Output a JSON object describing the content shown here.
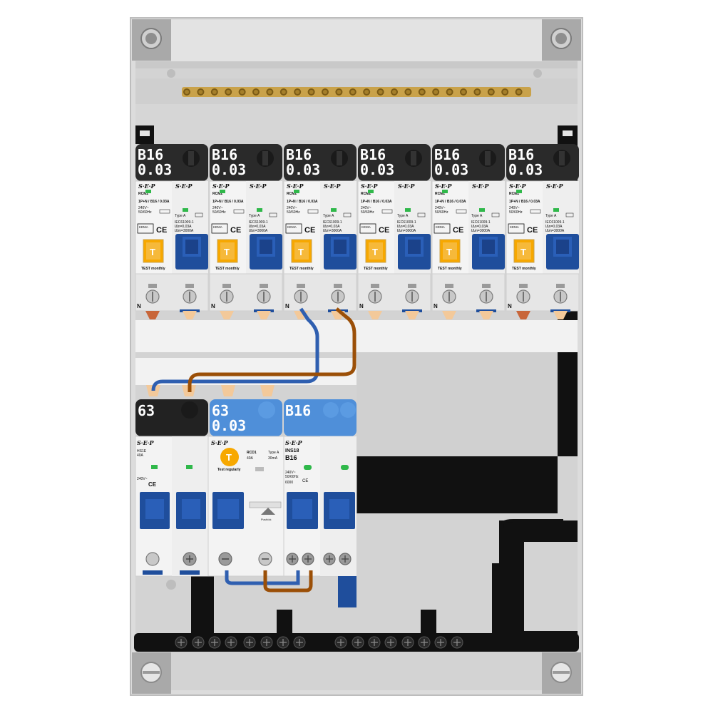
{
  "rcbo_modules": [
    {
      "rating": "B16",
      "sensitivity": "0.03",
      "brand": "S·E·P",
      "model": "RCM2",
      "spec": "1P+N / B16 / 0.03A",
      "voltage": "240V~",
      "freq": "50/60Hz",
      "type": "Type A",
      "standard": "IEC61009-1",
      "idn": "IΔn=0,03A",
      "inc": "IΔm=3000A",
      "test": "TEST monthly",
      "neutral": "N",
      "test_button": "T",
      "ce": "CE",
      "kema": "KEMA KEUR"
    },
    {
      "rating": "B16",
      "sensitivity": "0.03",
      "brand": "S·E·P",
      "model": "RCM2",
      "spec": "1P+N / B16 / 0.03A",
      "voltage": "240V~",
      "freq": "50/60Hz",
      "type": "Type A",
      "standard": "IEC61009-1",
      "idn": "IΔn=0,03A",
      "inc": "IΔm=3000A",
      "test": "TEST monthly",
      "neutral": "N",
      "test_button": "T",
      "ce": "CE",
      "kema": "KEMA KEUR"
    },
    {
      "rating": "B16",
      "sensitivity": "0.03",
      "brand": "S·E·P",
      "model": "RCM2",
      "spec": "1P+N / B16 / 0.03A",
      "voltage": "240V~",
      "freq": "50/60Hz",
      "type": "Type A",
      "standard": "IEC61009-1",
      "idn": "IΔn=0,03A",
      "inc": "IΔm=3000A",
      "test": "TEST monthly",
      "neutral": "N",
      "test_button": "T",
      "ce": "CE",
      "kema": "KEMA KEUR"
    },
    {
      "rating": "B16",
      "sensitivity": "0.03",
      "brand": "S·E·P",
      "model": "RCM2",
      "spec": "1P+N / B16 / 0.03A",
      "voltage": "240V~",
      "freq": "50/60Hz",
      "type": "Type A",
      "standard": "IEC61009-1",
      "idn": "IΔn=0,03A",
      "inc": "IΔm=3000A",
      "test": "TEST monthly",
      "neutral": "N",
      "test_button": "T",
      "ce": "CE",
      "kema": "KEMA KEUR"
    },
    {
      "rating": "B16",
      "sensitivity": "0.03",
      "brand": "S·E·P",
      "model": "RCM2",
      "spec": "1P+N / B16 / 0.03A",
      "voltage": "240V~",
      "freq": "50/60Hz",
      "type": "Type A",
      "standard": "IEC61009-1",
      "idn": "IΔn=0,03A",
      "inc": "IΔm=3000A",
      "test": "TEST monthly",
      "neutral": "N",
      "test_button": "T",
      "ce": "CE",
      "kema": "KEMA KEUR"
    },
    {
      "rating": "B16",
      "sensitivity": "0.03",
      "brand": "S·E·P",
      "model": "RCM2",
      "spec": "1P+N / B16 / 0.03A",
      "voltage": "240V~",
      "freq": "50/60Hz",
      "type": "Type A",
      "standard": "IEC61009-1",
      "idn": "IΔn=0,03A",
      "inc": "IΔm=3000A",
      "test": "TEST monthly",
      "neutral": "N",
      "test_button": "T",
      "ce": "CE",
      "kema": "KEMA KEUR"
    }
  ],
  "main_switch": {
    "rating": "63",
    "brand": "S·E·P",
    "model": "HS1E",
    "current": "40A",
    "voltage": "240V~",
    "ce": "CE"
  },
  "rcd": {
    "rating": "63",
    "sensitivity": "0.03",
    "brand": "S·E·P",
    "model": "RCD1",
    "current": "40A",
    "idn": "30mA",
    "type": "Type A",
    "test": "Test regularly",
    "test_button": "T",
    "push": "Push/ok"
  },
  "mcb": {
    "rating": "B16",
    "brand": "S·E·P",
    "model": "INS18",
    "spec": "B16",
    "voltage": "240V~",
    "freq": "50/60Hz",
    "icn": "6000",
    "ce": "CE"
  },
  "colors": {
    "enclosure": "#d9d9d9",
    "frame": "#c8c8c8",
    "label_dark": "#2a2a2a",
    "label_blue": "#4f8fd9",
    "breaker_blue": "#1f4e9c",
    "test_orange": "#f7a800",
    "busbar": "#c9a24a",
    "wire_blue": "#2f5fb0",
    "wire_brown": "#9b4f07",
    "rail_black": "#111111",
    "led_green": "#2fb84a"
  },
  "icons": [
    "screw-icon",
    "test-button-icon",
    "led-icon",
    "ce-mark-icon",
    "kema-mark-icon"
  ]
}
